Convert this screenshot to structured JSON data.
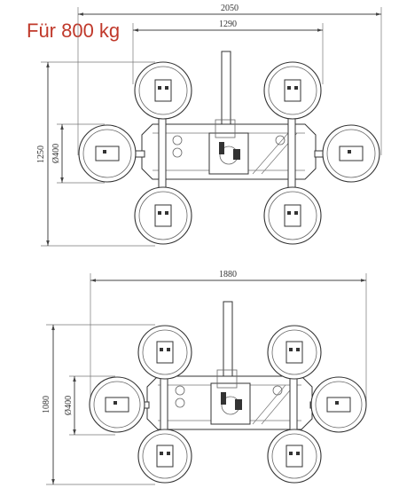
{
  "heading": "Für 800 kg",
  "drawing_top": {
    "overall_width": "2050",
    "inner_width": "1290",
    "height": "1250",
    "cup_diameter": "Ø400"
  },
  "drawing_bottom": {
    "overall_width": "1880",
    "height": "1080",
    "cup_diameter": "Ø400"
  },
  "colors": {
    "heading": "#c0392b",
    "lines": "#333333"
  }
}
